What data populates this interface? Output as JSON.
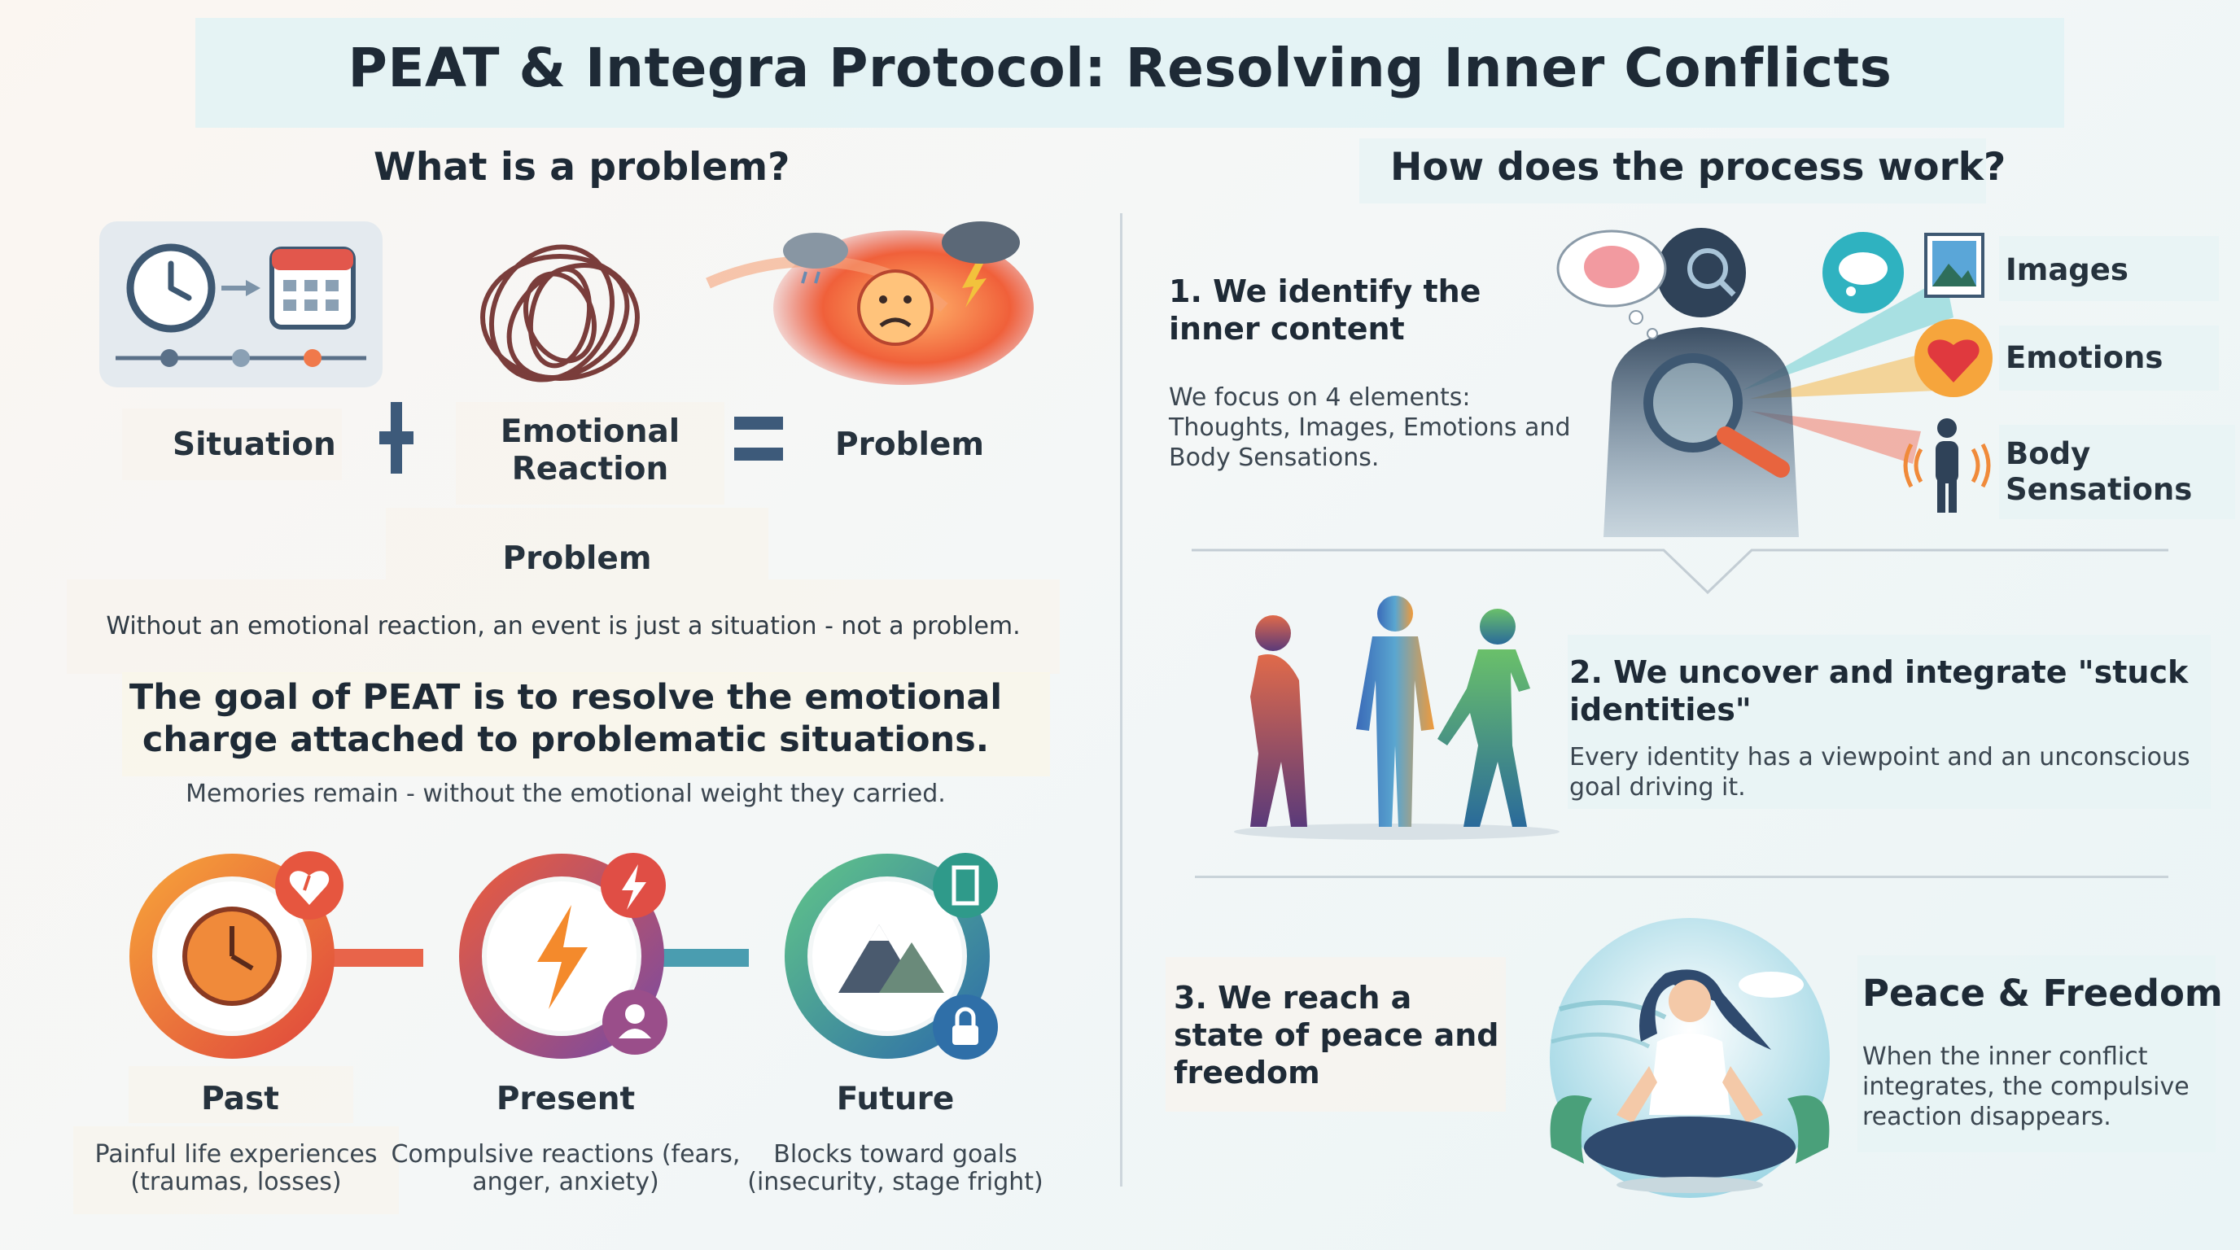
{
  "title": "PEAT & Integra Protocol: Resolving Inner Conflicts",
  "left": {
    "heading": "What is a problem?",
    "equation": {
      "situation": "Situation",
      "emotional_line1": "Emotional",
      "emotional_line2": "Reaction",
      "result": "Problem"
    },
    "problem_label": "Problem",
    "problem_desc": "Without an emotional reaction, an event is just a situation - not a problem.",
    "goal_line1": "The goal of PEAT is to resolve the emotional",
    "goal_line2": "charge attached to problematic situations.",
    "memories": "Memories remain - without the emotional weight they carried.",
    "timeline": [
      {
        "title": "Past",
        "desc1": "Painful life experiences",
        "desc2": "(traumas, losses)"
      },
      {
        "title": "Present",
        "desc1": "Compulsive reactions (fears,",
        "desc2": "anger, anxiety)"
      },
      {
        "title": "Future",
        "desc1": "Blocks toward goals",
        "desc2": "(insecurity, stage fright)"
      }
    ]
  },
  "right": {
    "heading": "How does the process work?",
    "step1": {
      "title1": "1. We identify the",
      "title2": "inner content",
      "desc1": "We focus on 4 elements:",
      "desc2": "Thoughts, Images, Emotions and",
      "desc3": "Body Sensations.",
      "images": "Images",
      "emotions": "Emotions",
      "body1": "Body",
      "body2": "Sensations"
    },
    "step2": {
      "title1": "2. We uncover and integrate \"stuck",
      "title2": "identities\"",
      "desc1": "Every identity has a viewpoint and an unconscious",
      "desc2": "goal driving it."
    },
    "step3": {
      "title1": "3. We reach a",
      "title2": "state of peace and",
      "title3": "freedom",
      "peace_title": "Peace & Freedom",
      "peace1": "When the inner conflict",
      "peace2": "integrates, the compulsive",
      "peace3": "reaction disappears."
    }
  },
  "colors": {
    "title_band": "#def2f4",
    "orange": "#f07a3e",
    "red": "#d8413b",
    "teal": "#3aa6b0",
    "navy": "#3d5a7a"
  }
}
